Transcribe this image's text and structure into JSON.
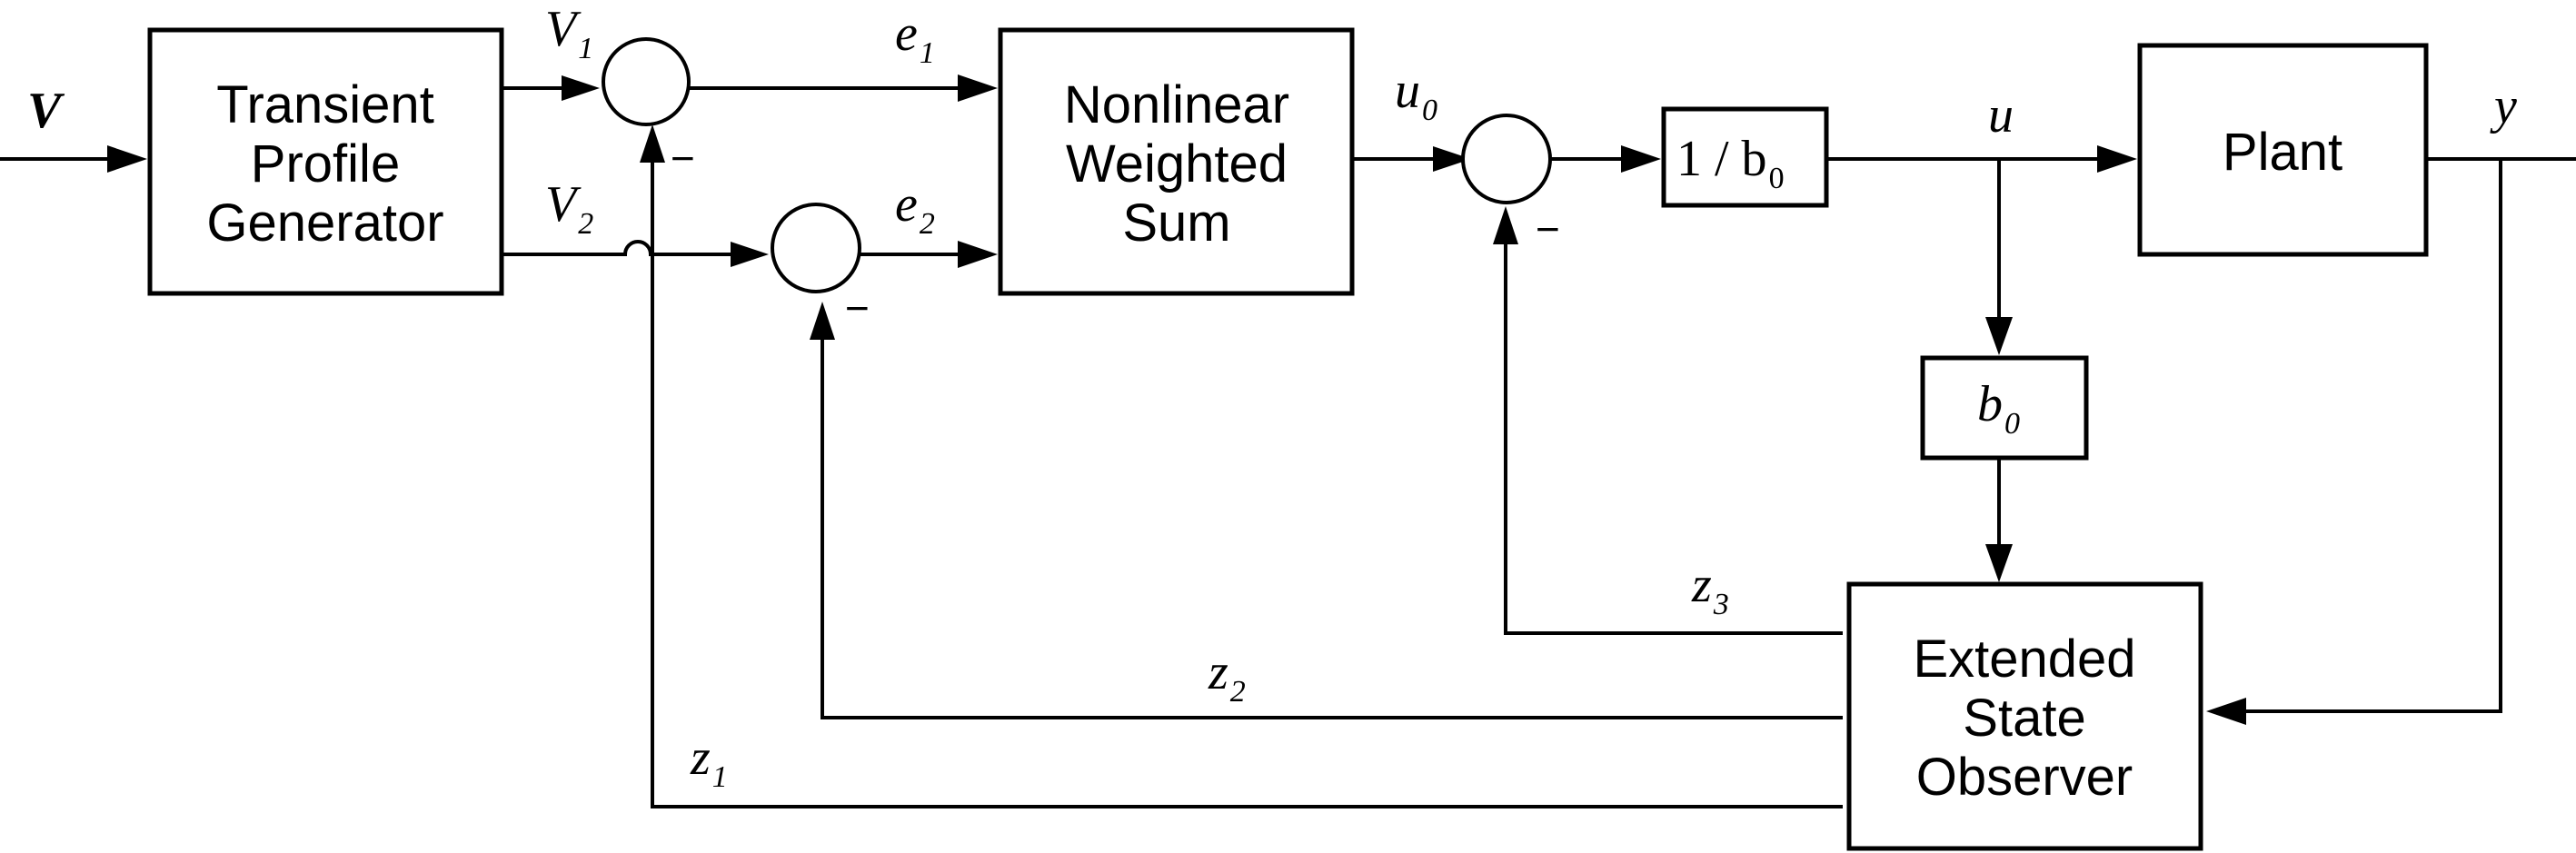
{
  "blocks": {
    "tpg": [
      "Transient",
      "Profile",
      "Generator"
    ],
    "nws": [
      "Nonlinear",
      "Weighted",
      "Sum"
    ],
    "gain_inv": {
      "main": "1 / b",
      "sub": "0"
    },
    "gain_b0": {
      "main": "b",
      "sub": "0"
    },
    "plant": "Plant",
    "eso": [
      "Extended",
      "State",
      "Observer"
    ]
  },
  "signals": {
    "V": "V",
    "V1": {
      "main": "V",
      "sub": "1"
    },
    "V2": {
      "main": "V",
      "sub": "2"
    },
    "e1": {
      "main": "e",
      "sub": "1"
    },
    "e2": {
      "main": "e",
      "sub": "2"
    },
    "u0": {
      "main": "u",
      "sub": "0"
    },
    "u": "u",
    "y": "y",
    "z1": {
      "main": "z",
      "sub": "1"
    },
    "z2": {
      "main": "z",
      "sub": "2"
    },
    "z3": {
      "main": "z",
      "sub": "3"
    }
  },
  "sum_signs": {
    "s1": "−",
    "s2": "−",
    "s3": "−"
  }
}
